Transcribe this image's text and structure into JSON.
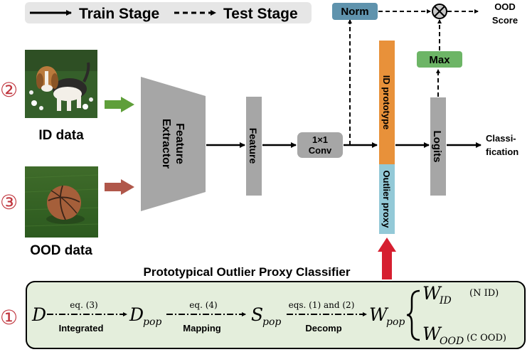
{
  "legend": {
    "train": "Train Stage",
    "test": "Test Stage"
  },
  "markers": {
    "m1": "①",
    "m2": "②",
    "m3": "③"
  },
  "inputs": {
    "id_label": "ID data",
    "ood_label": "OOD data"
  },
  "blocks": {
    "feature_extractor_l1": "Feature",
    "feature_extractor_l2": "Extractor",
    "feature": "Feature",
    "conv_l1": "1×1",
    "conv_l2": "Conv",
    "id_prototype": "ID prototype",
    "outlier_proxy": "Outlier proxy",
    "logits": "Logits",
    "norm": "Norm",
    "max": "Max"
  },
  "outputs": {
    "ood_l1": "OOD",
    "ood_l2": "Score",
    "cls_l1": "Classi-",
    "cls_l2": "fication"
  },
  "bottom": {
    "title": "Prototypical Outlier Proxy Classifier",
    "D": "D",
    "D_pop": "D",
    "D_pop_sub": "pop",
    "S_pop": "S",
    "S_pop_sub": "pop",
    "W_pop": "W",
    "W_pop_sub": "pop",
    "eq1": "eq. (3)",
    "eq2": "eq. (4)",
    "eq3": "eqs. (1) and (2)",
    "op1": "Integrated",
    "op2": "Mapping",
    "op3": "Decomp",
    "W_id": "W",
    "W_id_sub": "ID",
    "W_id_note": "(N ID)",
    "W_ood": "W",
    "W_ood_sub": "OOD",
    "W_ood_note": "(C OOD)"
  },
  "colors": {
    "grey": "#a6a6a6",
    "orange": "#e8913a",
    "lightblue": "#93c9d7",
    "norm": "#5f93ad",
    "max": "#6db566",
    "green_arrow": "#5f9f3a",
    "red_arrow": "#b0574a",
    "up_arrow": "#d61f30",
    "panel_fill": "#e4eedc",
    "legend_bg": "#e6e6e6",
    "marker": "#c0363e"
  }
}
